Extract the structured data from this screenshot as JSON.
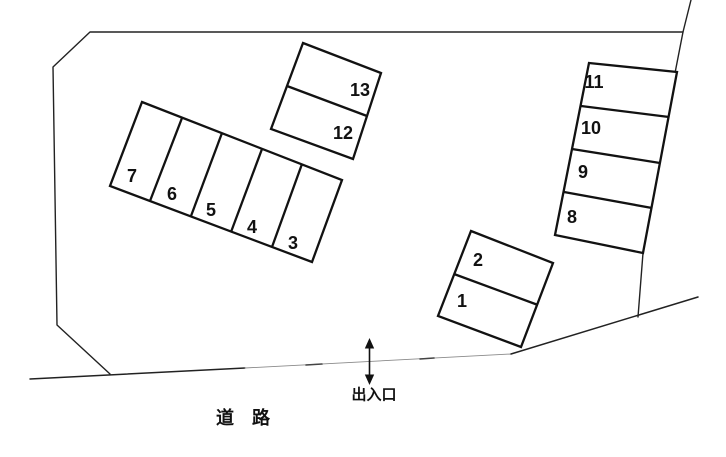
{
  "diagram": {
    "type": "parking-lot-layout",
    "road_label": "道　路",
    "entrance_label": "出入口",
    "spaces": [
      {
        "label": "1"
      },
      {
        "label": "2"
      },
      {
        "label": "3"
      },
      {
        "label": "4"
      },
      {
        "label": "5"
      },
      {
        "label": "6"
      },
      {
        "label": "7"
      },
      {
        "label": "8"
      },
      {
        "label": "9"
      },
      {
        "label": "10"
      },
      {
        "label": "11"
      },
      {
        "label": "12"
      },
      {
        "label": "13"
      }
    ],
    "groups": [
      {
        "name": "west-row",
        "spaces": [
          "7",
          "6",
          "5",
          "4",
          "3"
        ]
      },
      {
        "name": "north-block",
        "spaces": [
          "13",
          "12"
        ]
      },
      {
        "name": "east-column",
        "spaces": [
          "11",
          "10",
          "9",
          "8"
        ]
      },
      {
        "name": "south-block",
        "spaces": [
          "2",
          "1"
        ]
      }
    ],
    "entrance_arrow": "double-headed-vertical",
    "colors": {
      "background": "#ffffff",
      "line": "#1a1a1a",
      "thin_line": "#8a8a8a"
    }
  }
}
